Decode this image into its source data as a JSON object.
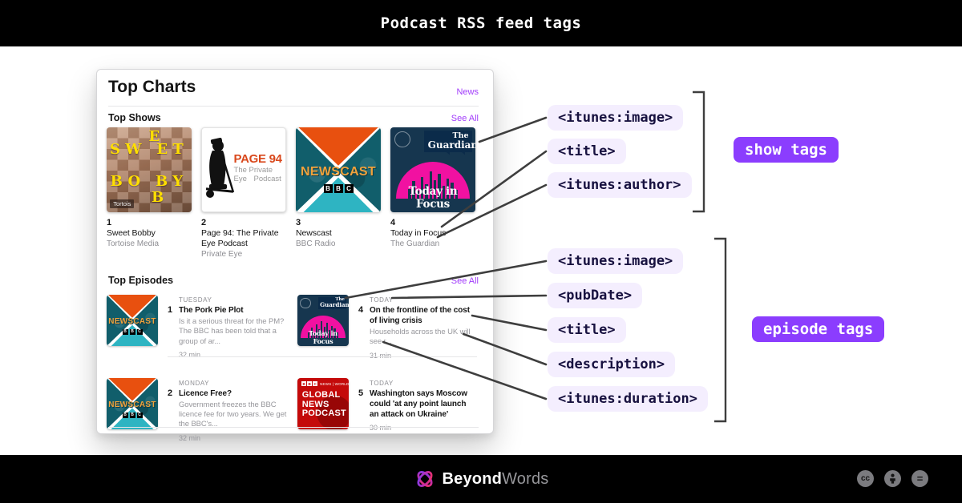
{
  "header": {
    "title": "Podcast RSS feed tags"
  },
  "app": {
    "title": "Top Charts",
    "news_link": "News",
    "shows_section": {
      "title": "Top Shows",
      "see_all": "See All"
    },
    "shows": [
      {
        "rank": "1",
        "name": "Sweet Bobby",
        "author": "Tortoise Media"
      },
      {
        "rank": "2",
        "name": "Page 94: The Private Eye Podcast",
        "author": "Private Eye"
      },
      {
        "rank": "3",
        "name": "Newscast",
        "author": "BBC Radio"
      },
      {
        "rank": "4",
        "name": "Today in Focus",
        "author": "The Guardian"
      }
    ],
    "episodes_section": {
      "title": "Top Episodes",
      "see_all": "See All"
    },
    "episodes": [
      {
        "day": "TUESDAY",
        "rank": "1",
        "title": "The Pork Pie Plot",
        "desc": "Is it a serious threat for the PM?  The BBC has been told that a group of ar...",
        "duration": "32 min"
      },
      {
        "day": "TODAY",
        "rank": "4",
        "title": "On the frontline of the cost of living crisis",
        "desc": "Households across the UK will see r...",
        "duration": "31 min"
      },
      {
        "day": "MONDAY",
        "rank": "2",
        "title": "Licence Free?",
        "desc": "Government freezes the BBC licence fee for two years. We get the BBC's...",
        "duration": "32 min"
      },
      {
        "day": "TODAY",
        "rank": "5",
        "title": "Washington says Moscow could 'at any point launch an attack on Ukraine'",
        "desc": "",
        "duration": "30 min"
      }
    ]
  },
  "artworks": {
    "sweet_bobby": {
      "rows": [
        "E",
        "SW ET",
        "BO BY",
        "B"
      ],
      "brand": "Tortois"
    },
    "page94": {
      "title": "PAGE 94",
      "sub1": "The Private Eye",
      "sub2": "Podcast"
    },
    "newscast": {
      "title": "NEWSCAST",
      "bbc": [
        "B",
        "B",
        "C"
      ]
    },
    "today_in_focus": {
      "logo_line1": "The",
      "logo_line2": "Guardian",
      "title": "Today in Focus"
    },
    "global_news": {
      "bbc": [
        "B",
        "B",
        "C"
      ],
      "top_text": "NEWS | WORLD SERVICE",
      "lines": [
        "GLOBAL",
        "NEWS",
        "PODCAST"
      ]
    }
  },
  "annotations": {
    "show_tags": {
      "label": "show tags",
      "tags": [
        "<itunes:image>",
        "<title>",
        "<itunes:author>"
      ]
    },
    "episode_tags": {
      "label": "episode tags",
      "tags": [
        "<itunes:image>",
        "<pubDate>",
        "<title>",
        "<description>",
        "<itunes:duration>"
      ]
    }
  },
  "footer": {
    "brand_bold": "Beyond",
    "brand_light": "Words",
    "cc_glyph": "cc",
    "nd_glyph": "=",
    "license_icons": [
      "cc",
      "by",
      "nd"
    ]
  },
  "colors": {
    "accent_purple": "#8b3dfe",
    "link_purple": "#a13cfb",
    "pill_bg": "#f4eefe",
    "newscast_orange": "#e8500f",
    "newscast_teal": "#2eb4c2",
    "tif_navy": "#16364f",
    "tif_pink": "#f111a1",
    "gnp_red": "#c40a0a"
  }
}
